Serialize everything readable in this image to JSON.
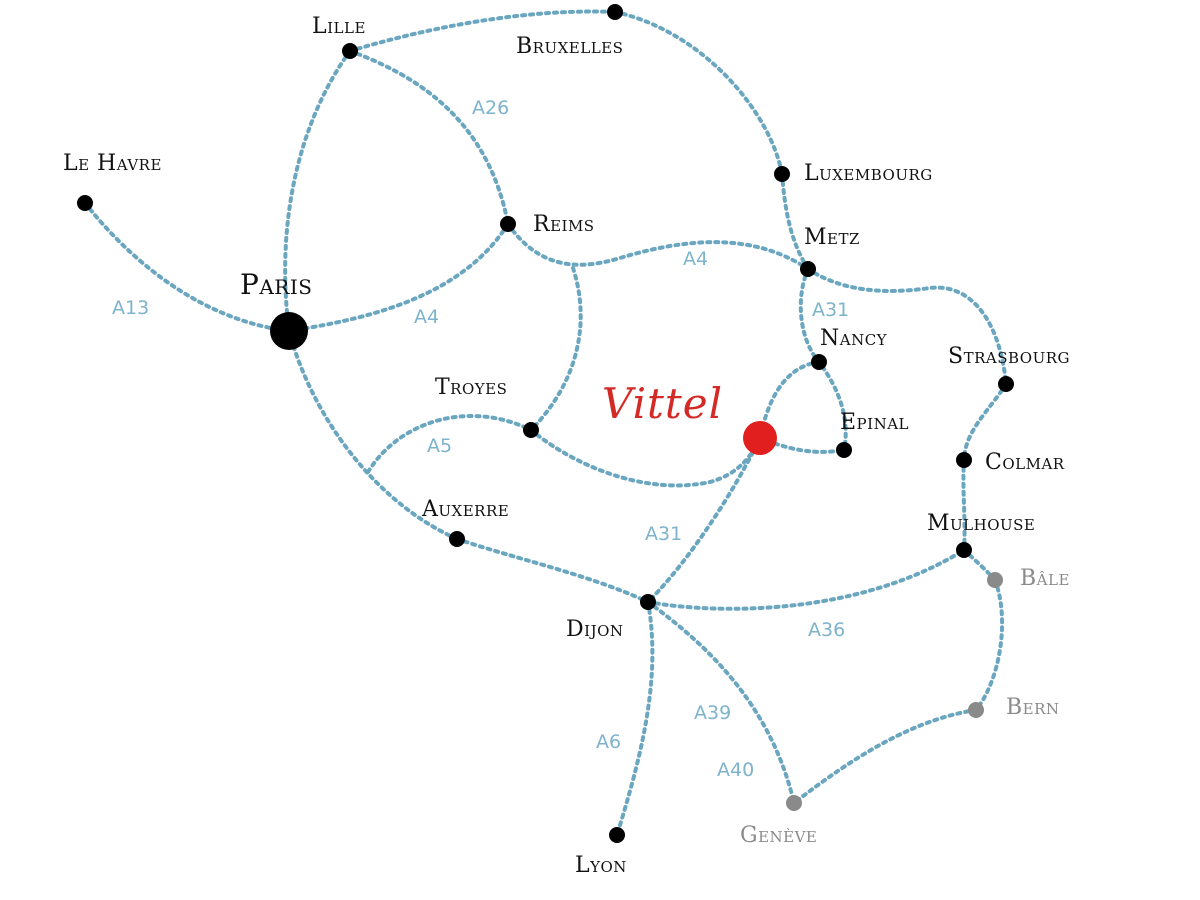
{
  "map": {
    "cities": {
      "lille": {
        "name": "Lille"
      },
      "bruxelles": {
        "name": "Bruxelles"
      },
      "le_havre": {
        "name": "Le Havre"
      },
      "paris": {
        "name": "Paris"
      },
      "reims": {
        "name": "Reims"
      },
      "luxembourg": {
        "name": "Luxembourg"
      },
      "metz": {
        "name": "Metz"
      },
      "nancy": {
        "name": "Nancy"
      },
      "strasbourg": {
        "name": "Strasbourg"
      },
      "troyes": {
        "name": "Troyes"
      },
      "vittel": {
        "name": "Vittel"
      },
      "epinal": {
        "name": "Epinal"
      },
      "colmar": {
        "name": "Colmar"
      },
      "auxerre": {
        "name": "Auxerre"
      },
      "mulhouse": {
        "name": "Mulhouse"
      },
      "bale": {
        "name": "Bâle"
      },
      "dijon": {
        "name": "Dijon"
      },
      "bern": {
        "name": "Bern"
      },
      "lyon": {
        "name": "Lyon"
      },
      "geneve": {
        "name": "Genève"
      }
    },
    "roads": {
      "a26": "A26",
      "a13": "A13",
      "a4_west": "A4",
      "a4_east": "A4",
      "a31_north": "A31",
      "a5": "A5",
      "a31_south": "A31",
      "a36": "A36",
      "a39": "A39",
      "a6": "A6",
      "a40": "A40"
    },
    "colors": {
      "road": "#6aa6bf",
      "road_label": "#7eb3cc",
      "french_city": "#000000",
      "foreign_city": "#8a8a8a",
      "highlight": "#d42a25"
    }
  }
}
